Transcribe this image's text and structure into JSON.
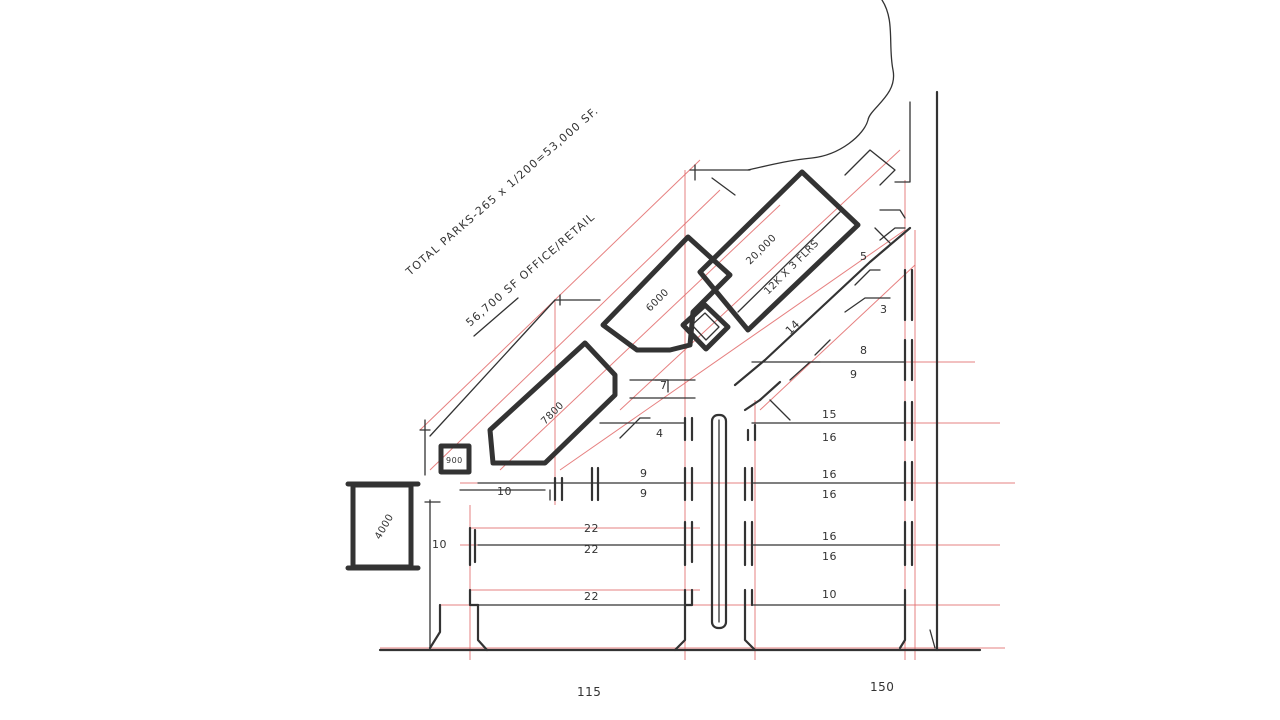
{
  "notes": {
    "total_parks": "TOTAL PARKS-265 x 1/200=53,000 SF.",
    "office_retail": "56,700 SF OFFICE/RETAIL"
  },
  "buildings": {
    "b7800": "7800",
    "b6000": "6000",
    "b20000": "20,000",
    "b12k": "12K X 3 FLRS",
    "b900": "900",
    "b4000": "4000"
  },
  "stall_counts": {
    "c7": "7",
    "c4": "4",
    "c9a": "9",
    "c9b": "9",
    "c10a": "10",
    "c10b": "10",
    "c22a": "22",
    "c22b": "22",
    "c22c": "22",
    "c5": "5",
    "c3": "3",
    "c14": "14",
    "c8": "8",
    "c9c": "9",
    "c15": "15",
    "c16a": "16",
    "c16b": "16",
    "c16c": "16",
    "c16d": "16",
    "c16e": "16",
    "c10c": "10"
  },
  "dimensions": {
    "d115": "115",
    "d150": "150"
  },
  "colors": {
    "ink": "#333333",
    "construction_line": "#e26a6a",
    "paper": "#ffffff"
  }
}
